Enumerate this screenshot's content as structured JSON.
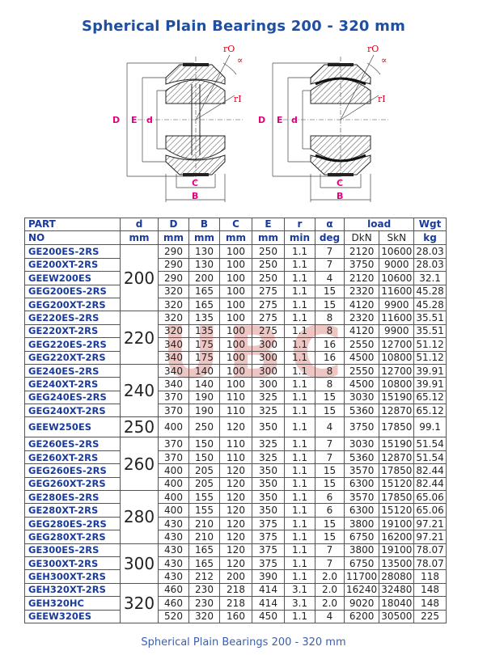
{
  "title": "Spherical Plain Bearings 200 - 320 mm",
  "caption": "Spherical Plain Bearings 200 - 320 mm",
  "watermark": "UBC",
  "drawing_labels": {
    "D": "D",
    "E": "E",
    "d": "d",
    "C": "C",
    "B": "B",
    "rO": "rO",
    "rI": "rI",
    "alpha": "∝"
  },
  "headers": {
    "part": "PART",
    "no": "NO",
    "d": "d",
    "d_unit": "mm",
    "D": "D",
    "D_unit": "mm",
    "B": "B",
    "B_unit": "mm",
    "C": "C",
    "C_unit": "mm",
    "E": "E",
    "E_unit": "mm",
    "r": "r",
    "r_unit": "min",
    "alpha": "α",
    "alpha_unit": "deg",
    "load": "load",
    "dkn": "DkN",
    "skn": "SkN",
    "wgt": "Wgt",
    "wgt_unit": "kg"
  },
  "groups": [
    {
      "d": "200",
      "rows": [
        {
          "part": "GE200ES-2RS",
          "D": "290",
          "B": "130",
          "C": "100",
          "E": "250",
          "r": "1.1",
          "deg": "7",
          "dkn": "2120",
          "skn": "10600",
          "kg": "28.03"
        },
        {
          "part": "GE200XT-2RS",
          "D": "290",
          "B": "130",
          "C": "100",
          "E": "250",
          "r": "1.1",
          "deg": "7",
          "dkn": "3750",
          "skn": "9000",
          "kg": "28.03"
        },
        {
          "part": "GEEW200ES",
          "D": "290",
          "B": "200",
          "C": "100",
          "E": "250",
          "r": "1.1",
          "deg": "4",
          "dkn": "2120",
          "skn": "10600",
          "kg": "32.1"
        },
        {
          "part": "GEG200ES-2RS",
          "D": "320",
          "B": "165",
          "C": "100",
          "E": "275",
          "r": "1.1",
          "deg": "15",
          "dkn": "2320",
          "skn": "11600",
          "kg": "45.28"
        },
        {
          "part": "GEG200XT-2RS",
          "D": "320",
          "B": "165",
          "C": "100",
          "E": "275",
          "r": "1.1",
          "deg": "15",
          "dkn": "4120",
          "skn": "9900",
          "kg": "45.28"
        }
      ]
    },
    {
      "d": "220",
      "rows": [
        {
          "part": "GE220ES-2RS",
          "D": "320",
          "B": "135",
          "C": "100",
          "E": "275",
          "r": "1.1",
          "deg": "8",
          "dkn": "2320",
          "skn": "11600",
          "kg": "35.51"
        },
        {
          "part": "GE220XT-2RS",
          "D": "320",
          "B": "135",
          "C": "100",
          "E": "275",
          "r": "1.1",
          "deg": "8",
          "dkn": "4120",
          "skn": "9900",
          "kg": "35.51"
        },
        {
          "part": "GEG220ES-2RS",
          "D": "340",
          "B": "175",
          "C": "100",
          "E": "300",
          "r": "1.1",
          "deg": "16",
          "dkn": "2550",
          "skn": "12700",
          "kg": "51.12"
        },
        {
          "part": "GEG220XT-2RS",
          "D": "340",
          "B": "175",
          "C": "100",
          "E": "300",
          "r": "1.1",
          "deg": "16",
          "dkn": "4500",
          "skn": "10800",
          "kg": "51.12"
        }
      ]
    },
    {
      "d": "240",
      "rows": [
        {
          "part": "GE240ES-2RS",
          "D": "340",
          "B": "140",
          "C": "100",
          "E": "300",
          "r": "1.1",
          "deg": "8",
          "dkn": "2550",
          "skn": "12700",
          "kg": "39.91"
        },
        {
          "part": "GE240XT-2RS",
          "D": "340",
          "B": "140",
          "C": "100",
          "E": "300",
          "r": "1.1",
          "deg": "8",
          "dkn": "4500",
          "skn": "10800",
          "kg": "39.91"
        },
        {
          "part": "GEG240ES-2RS",
          "D": "370",
          "B": "190",
          "C": "110",
          "E": "325",
          "r": "1.1",
          "deg": "15",
          "dkn": "3030",
          "skn": "15190",
          "kg": "65.12"
        },
        {
          "part": "GEG240XT-2RS",
          "D": "370",
          "B": "190",
          "C": "110",
          "E": "325",
          "r": "1.1",
          "deg": "15",
          "dkn": "5360",
          "skn": "12870",
          "kg": "65.12"
        }
      ]
    },
    {
      "d": "250",
      "sep": true,
      "rows": [
        {
          "part": "GEEW250ES",
          "D": "400",
          "B": "250",
          "C": "120",
          "E": "350",
          "r": "1.1",
          "deg": "4",
          "dkn": "3750",
          "skn": "17850",
          "kg": "99.1"
        }
      ]
    },
    {
      "d": "260",
      "rows": [
        {
          "part": "GE260ES-2RS",
          "D": "370",
          "B": "150",
          "C": "110",
          "E": "325",
          "r": "1.1",
          "deg": "7",
          "dkn": "3030",
          "skn": "15190",
          "kg": "51.54"
        },
        {
          "part": "GE260XT-2RS",
          "D": "370",
          "B": "150",
          "C": "110",
          "E": "325",
          "r": "1.1",
          "deg": "7",
          "dkn": "5360",
          "skn": "12870",
          "kg": "51.54"
        },
        {
          "part": "GEG260ES-2RS",
          "D": "400",
          "B": "205",
          "C": "120",
          "E": "350",
          "r": "1.1",
          "deg": "15",
          "dkn": "3570",
          "skn": "17850",
          "kg": "82.44"
        },
        {
          "part": "GEG260XT-2RS",
          "D": "400",
          "B": "205",
          "C": "120",
          "E": "350",
          "r": "1.1",
          "deg": "15",
          "dkn": "6300",
          "skn": "15120",
          "kg": "82.44"
        }
      ]
    },
    {
      "d": "280",
      "rows": [
        {
          "part": "GE280ES-2RS",
          "D": "400",
          "B": "155",
          "C": "120",
          "E": "350",
          "r": "1.1",
          "deg": "6",
          "dkn": "3570",
          "skn": "17850",
          "kg": "65.06"
        },
        {
          "part": "GE280XT-2RS",
          "D": "400",
          "B": "155",
          "C": "120",
          "E": "350",
          "r": "1.1",
          "deg": "6",
          "dkn": "6300",
          "skn": "15120",
          "kg": "65.06"
        },
        {
          "part": "GEG280ES-2RS",
          "D": "430",
          "B": "210",
          "C": "120",
          "E": "375",
          "r": "1.1",
          "deg": "15",
          "dkn": "3800",
          "skn": "19100",
          "kg": "97.21"
        },
        {
          "part": "GEG280XT-2RS",
          "D": "430",
          "B": "210",
          "C": "120",
          "E": "375",
          "r": "1.1",
          "deg": "15",
          "dkn": "6750",
          "skn": "16200",
          "kg": "97.21"
        }
      ]
    },
    {
      "d": "300",
      "rows": [
        {
          "part": "GE300ES-2RS",
          "D": "430",
          "B": "165",
          "C": "120",
          "E": "375",
          "r": "1.1",
          "deg": "7",
          "dkn": "3800",
          "skn": "19100",
          "kg": "78.07"
        },
        {
          "part": "GE300XT-2RS",
          "D": "430",
          "B": "165",
          "C": "120",
          "E": "375",
          "r": "1.1",
          "deg": "7",
          "dkn": "6750",
          "skn": "13500",
          "kg": "78.07"
        },
        {
          "part": "GEH300XT-2RS",
          "D": "430",
          "B": "212",
          "C": "200",
          "E": "390",
          "r": "1.1",
          "deg": "2.0",
          "dkn": "11700",
          "skn": "28080",
          "kg": "118"
        }
      ]
    },
    {
      "d": "320",
      "rows": [
        {
          "part": "GEH320XT-2RS",
          "D": "460",
          "B": "230",
          "C": "218",
          "E": "414",
          "r": "3.1",
          "deg": "2.0",
          "dkn": "16240",
          "skn": "32480",
          "kg": "148"
        },
        {
          "part": "GEH320HC",
          "D": "460",
          "B": "230",
          "C": "218",
          "E": "414",
          "r": "3.1",
          "deg": "2.0",
          "dkn": "9020",
          "skn": "18040",
          "kg": "148"
        },
        {
          "part": "GEEW320ES",
          "D": "520",
          "B": "320",
          "C": "160",
          "E": "450",
          "r": "1.1",
          "deg": "4",
          "dkn": "6200",
          "skn": "30500",
          "kg": "225"
        }
      ]
    }
  ]
}
